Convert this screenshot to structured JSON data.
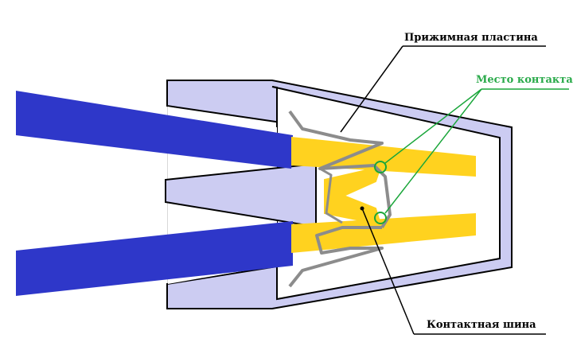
{
  "labels": {
    "pressure_plate": "Прижимная пластина",
    "contact_point": "Место контакта",
    "contact_bus": "Контактная шина"
  },
  "colors": {
    "housing_fill": "#ccccf2",
    "housing_stroke": "#000000",
    "wire": "#2e37c9",
    "bus": "#ffd21f",
    "plate": "#8c8c8c",
    "contact_marker": "#1aa63a",
    "contact_label": "#2aaa4a",
    "leader": "#000000"
  }
}
